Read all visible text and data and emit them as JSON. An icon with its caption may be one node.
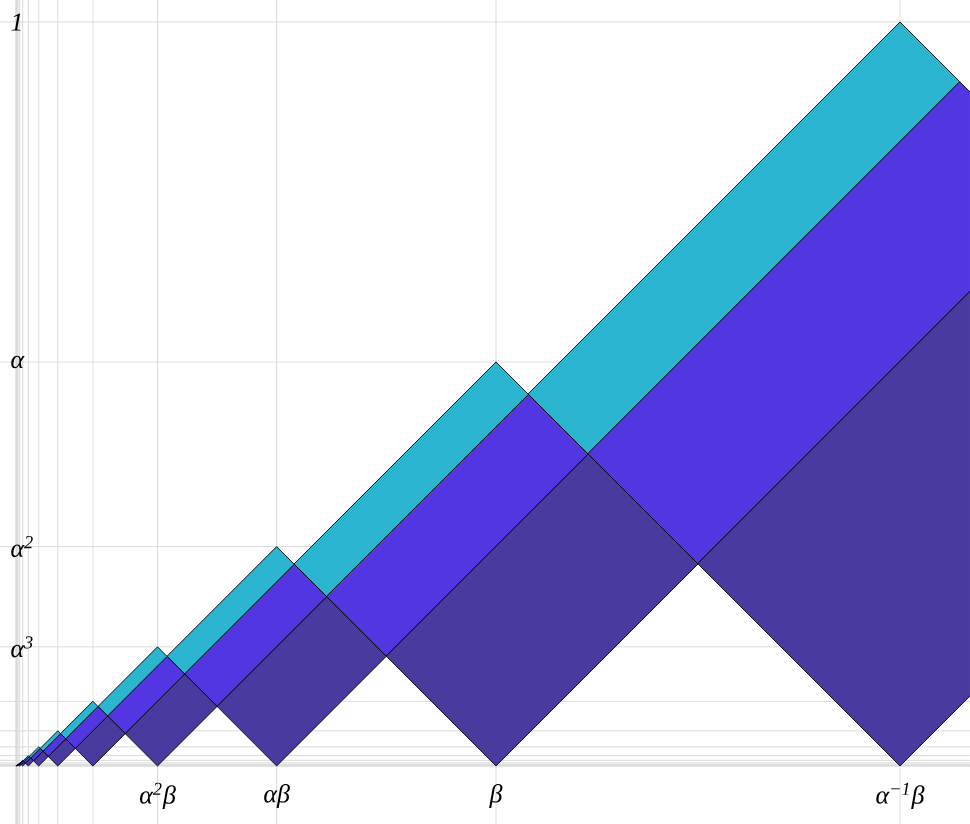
{
  "diagram": {
    "labels": [
      "1",
      "α",
      "α$^{2}$",
      "α$^{3}$",
      "α$^{2}$β",
      "αβ",
      "β",
      "α$^{−1}$β"
    ]
  }
}
